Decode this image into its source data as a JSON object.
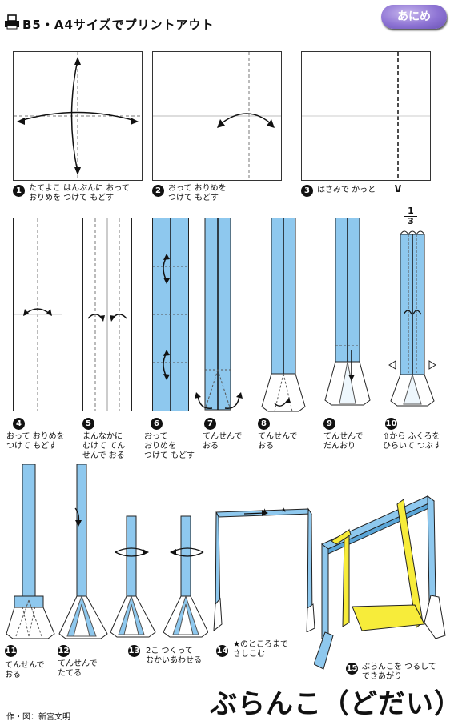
{
  "header": {
    "title": "B5・A4サイズでプリントアウト",
    "anime_button": "あにめ"
  },
  "steps": [
    {
      "number": "1",
      "caption": "たてよこ はんぶんに おって\nおりめを つけて もどす"
    },
    {
      "number": "2",
      "caption": "おって おりめを\nつけて もどす"
    },
    {
      "number": "3",
      "caption": "はさみで かっと"
    },
    {
      "number": "4",
      "caption": "おって おりめを\nつけて もどす"
    },
    {
      "number": "5",
      "caption": "まんなかに\nむけて てん\nせんで おる"
    },
    {
      "number": "6",
      "caption": "おって\nおりめを\nつけて もどす"
    },
    {
      "number": "7",
      "caption": "てんせんで\nおる"
    },
    {
      "number": "8",
      "caption": "てんせんで\nおる"
    },
    {
      "number": "9",
      "caption": "てんせんで\nだんおり"
    },
    {
      "number": "10",
      "caption": "⇧から ふくろを\nひらいて つぶす"
    },
    {
      "number": "11",
      "caption": "てんせんで\nおる"
    },
    {
      "number": "12",
      "caption": "てんせんで\nたてる"
    },
    {
      "number": "13",
      "caption": "2こ つくって\nむかいあわせる"
    },
    {
      "number": "14",
      "caption": "★のところまで\nさしこむ"
    },
    {
      "number": "15",
      "caption": "ぶらんこを つるして\nできあがり"
    }
  ],
  "fraction": {
    "numerator": "1",
    "denominator": "3"
  },
  "star_marks": [
    "★",
    "★"
  ],
  "title": "ぶらんこ（どだい）",
  "credit": "作・図：新宮文明",
  "colors": {
    "paper_blue": "#8ec8ee",
    "seat_yellow": "#f7ec3a",
    "anime_purple": "#8e74d4"
  }
}
